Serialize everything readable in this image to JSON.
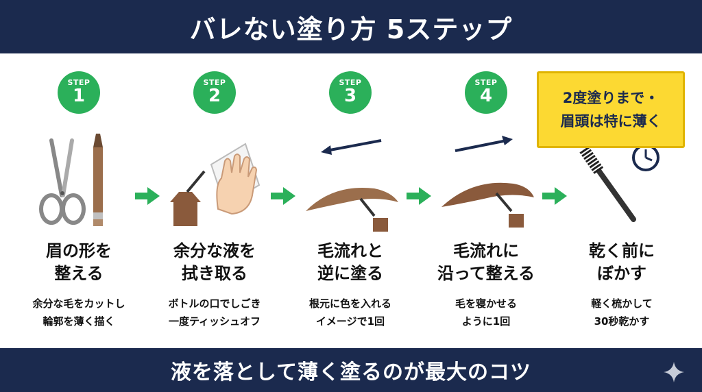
{
  "header": {
    "title": "バレない塗り方 5ステップ"
  },
  "footer": {
    "text": "液を落として薄く塗るのが最大のコツ"
  },
  "steps": [
    {
      "label": "STEP",
      "number": "1",
      "title_line1": "眉の形を",
      "title_line2": "整える",
      "desc_line1": "余分な毛をカットし",
      "desc_line2": "輪郭を薄く描く"
    },
    {
      "label": "STEP",
      "number": "2",
      "title_line1": "余分な液を",
      "title_line2": "拭き取る",
      "desc_line1": "ボトルの口でしごき",
      "desc_line2": "一度ティッシュオフ"
    },
    {
      "label": "STEP",
      "number": "3",
      "title_line1": "毛流れと",
      "title_line2": "逆に塗る",
      "desc_line1": "根元に色を入れる",
      "desc_line2": "イメージで1回"
    },
    {
      "label": "STEP",
      "number": "4",
      "title_line1": "毛流れに",
      "title_line2": "沿って整える",
      "desc_line1": "毛を寝かせる",
      "desc_line2": "ように1回"
    },
    {
      "title_line1": "乾く前に",
      "title_line2": "ぼかす",
      "desc_line1": "軽く梳かして",
      "desc_line2": "30秒乾かす"
    }
  ],
  "tip": {
    "line1": "2度塗りまで・",
    "line2": "眉頭は特に薄く"
  },
  "icons": {
    "scissors": "scissors-icon",
    "pencil": "eyebrow-pencil-icon",
    "tissue": "tissue-icon",
    "hand": "hand-icon",
    "mascara": "brow-mascara-icon",
    "spoolie": "spoolie-brush-icon",
    "clock": "clock-icon",
    "sparkle": "sparkle-icon",
    "arrow": "arrow-right-icon"
  },
  "colors": {
    "navy": "#1b2a4e",
    "green": "#2bb05a",
    "yellow": "#fcd932",
    "brown": "#8a5a3c"
  }
}
